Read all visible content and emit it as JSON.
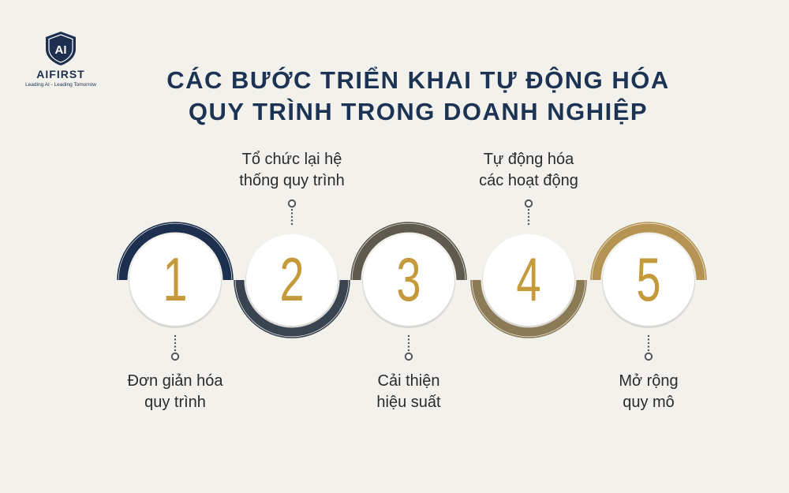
{
  "logo": {
    "mark": "AI",
    "name": "AIFIRST",
    "tagline": "Leading AI - Leading Tomorrow",
    "icon": "shield-icon"
  },
  "title": {
    "line1": "CÁC BƯỚC TRIỂN KHAI TỰ ĐỘNG HÓA",
    "line2": "QUY TRÌNH TRONG DOANH NGHIỆP"
  },
  "colors": {
    "background": "#f3f1ec",
    "navy": "#1c2f4e",
    "number": "#c49a3a",
    "gold": "#b59453"
  },
  "steps": [
    {
      "number": "1",
      "line1": "Đơn giản hóa",
      "line2": "quy trình",
      "label_position": "bottom",
      "ring_color": "#1c2f4e"
    },
    {
      "number": "2",
      "line1": "Tổ chức lại hệ",
      "line2": "thống quy trình",
      "label_position": "top",
      "ring_color": "#3a4451"
    },
    {
      "number": "3",
      "line1": "Cải thiện",
      "line2": "hiệu suất",
      "label_position": "bottom",
      "ring_color": "#5e5a4e"
    },
    {
      "number": "4",
      "line1": "Tự động hóa",
      "line2": "các hoạt động",
      "label_position": "top",
      "ring_color": "#8b7a56"
    },
    {
      "number": "5",
      "line1": "Mở rộng",
      "line2": "quy mô",
      "label_position": "bottom",
      "ring_color": "#b59453"
    }
  ]
}
